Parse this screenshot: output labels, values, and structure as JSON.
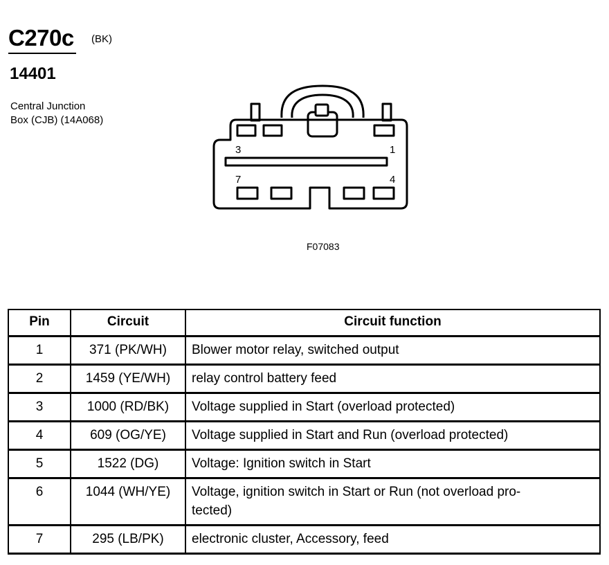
{
  "connector": {
    "id": "C270c",
    "color": "(BK)",
    "part_number": "14401",
    "description": [
      "Central Junction",
      "Box (CJB) (14A068)"
    ],
    "figure_id": "F07083",
    "pin_labels": {
      "p3": "3",
      "p1": "1",
      "p7": "7",
      "p4": "4"
    }
  },
  "table": {
    "headers": {
      "pin": "Pin",
      "circuit": "Circuit",
      "function": "Circuit function"
    },
    "rows": [
      {
        "pin": "1",
        "circuit": "371 (PK/WH)",
        "function": [
          "Blower motor relay, switched output"
        ]
      },
      {
        "pin": "2",
        "circuit": "1459 (YE/WH)",
        "function": [
          "relay control battery feed"
        ]
      },
      {
        "pin": "3",
        "circuit": "1000 (RD/BK)",
        "function": [
          "Voltage supplied in Start (overload protected)"
        ]
      },
      {
        "pin": "4",
        "circuit": "609 (OG/YE)",
        "function": [
          "Voltage supplied in Start and Run (overload protected)"
        ]
      },
      {
        "pin": "5",
        "circuit": "1522 (DG)",
        "function": [
          "Voltage: Ignition switch in Start"
        ]
      },
      {
        "pin": "6",
        "circuit": "1044 (WH/YE)",
        "function": [
          "Voltage, ignition switch in Start or Run (not overload pro-",
          "tected)"
        ]
      },
      {
        "pin": "7",
        "circuit": "295 (LB/PK)",
        "function": [
          "electronic cluster, Accessory, feed"
        ]
      }
    ]
  }
}
